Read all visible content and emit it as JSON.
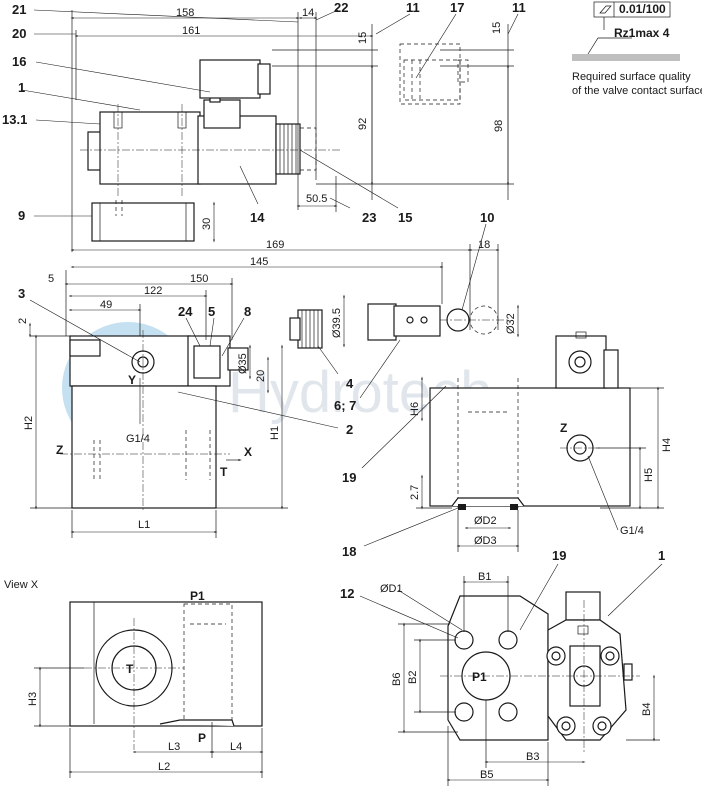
{
  "callouts": {
    "c21": "21",
    "c20": "20",
    "c16": "16",
    "c1": "1",
    "c13_1": "13.1",
    "c9": "9",
    "c22": "22",
    "c11": "11",
    "c17": "17",
    "c11b": "11",
    "c14": "14",
    "c23": "23",
    "c15": "15",
    "c10": "10",
    "c3": "3",
    "c24": "24",
    "c5": "5",
    "c8": "8",
    "c4": "4",
    "c6_7": "6; 7",
    "c2": "2",
    "c19": "19",
    "c18": "18",
    "c12": "12",
    "c19b": "19",
    "c1b": "1"
  },
  "dimensions": {
    "d158": "158",
    "d161": "161",
    "d14": "14",
    "d15a": "15",
    "d15b": "15",
    "d92": "92",
    "d98": "98",
    "d50_5": "50.5",
    "d30": "30",
    "d169": "169",
    "d145": "145",
    "d18": "18",
    "d150": "150",
    "d5": "5",
    "d122": "122",
    "d49": "49",
    "d2": "2",
    "d39_5": "Ø39.5",
    "d32": "Ø32",
    "d35": "Ø35",
    "d20": "20",
    "d2_7": "2.7"
  },
  "labels": {
    "H2": "H2",
    "H1": "H1",
    "L1": "L1",
    "Y": "Y",
    "Z": "Z",
    "G14a": "G1/4",
    "X": "X",
    "T": "T",
    "H6": "H6",
    "H4": "H4",
    "H5": "H5",
    "Zb": "Z",
    "G14b": "G1/4",
    "D2": "ØD2",
    "D3": "ØD3",
    "view_x": "View X",
    "P1": "P1",
    "Tb": "T",
    "P": "P",
    "H3": "H3",
    "L3": "L3",
    "L4": "L4",
    "L2": "L2",
    "D1": "ØD1",
    "B1": "B1",
    "B6": "B6",
    "B2": "B2",
    "P1b": "P1",
    "B4": "B4",
    "B3": "B3",
    "B5": "B5"
  },
  "surface": {
    "tolerance": "0.01/100",
    "roughness": "Rz1max 4",
    "note_line1": "Required surface quality",
    "note_line2": "of the valve contact surface"
  },
  "watermark": "Hydrotech",
  "colors": {
    "line": "#1a1a1a",
    "background": "#ffffff",
    "watermark_logo": "#5aa8d8",
    "watermark_text": "#c9d3de"
  }
}
